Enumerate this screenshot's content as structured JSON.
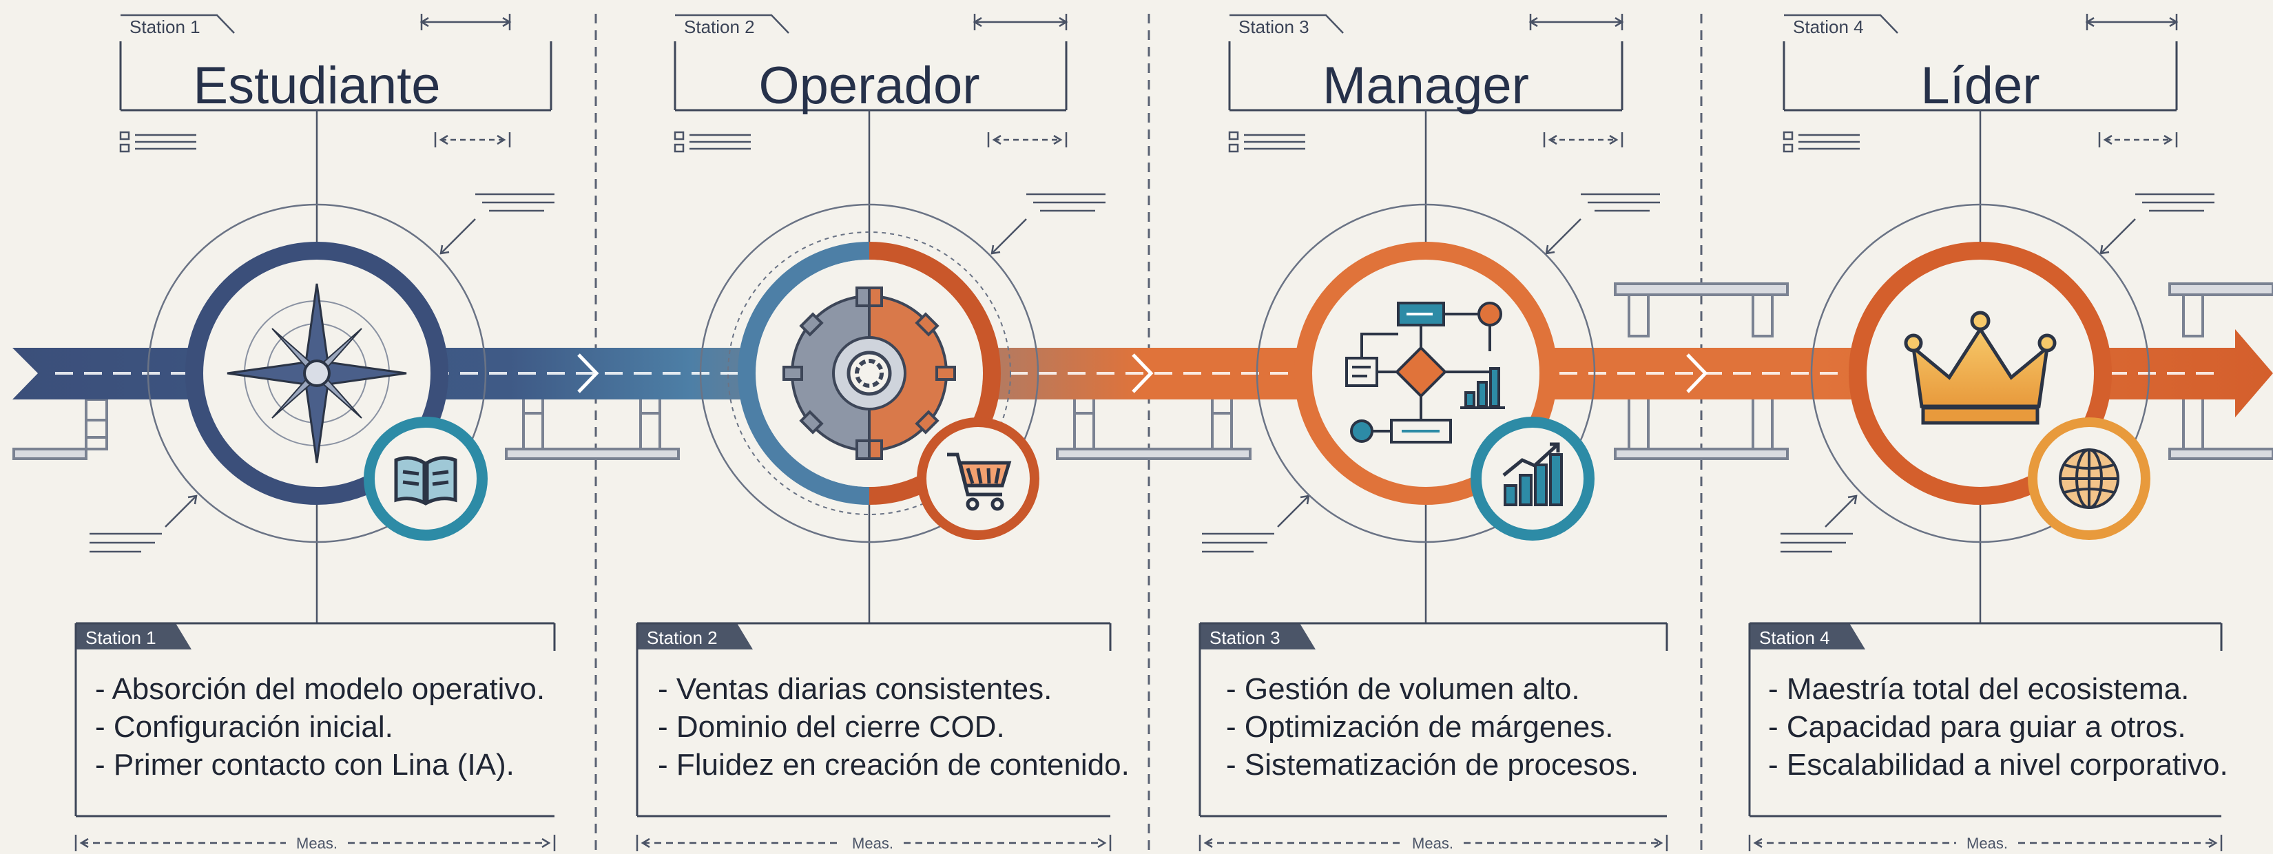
{
  "colors": {
    "background": "#f4f2ec",
    "navy": "#3b4f7a",
    "steel_blue": "#4d7fa6",
    "orange": "#e0733a",
    "orange_dark": "#c9572a",
    "teal": "#2d8ba6",
    "gold": "#f0b44c",
    "ink": "#2b3445"
  },
  "stations": [
    {
      "tag": "Station 1",
      "title": "Estudiante",
      "hub_icon": "compass-rose-icon",
      "badge_icon": "open-book-icon",
      "detail_tag": "Station 1",
      "bullets": [
        "- Absorción del modelo operativo.",
        "- Configuración inicial.",
        "- Primer contacto con Lina (IA)."
      ],
      "meas": "Meas."
    },
    {
      "tag": "Station 2",
      "title": "Operador",
      "hub_icon": "gear-icon",
      "badge_icon": "shopping-cart-icon",
      "detail_tag": "Station 2",
      "bullets": [
        "- Ventas diarias consistentes.",
        "- Dominio del cierre COD.",
        "- Fluidez en creación de contenido."
      ],
      "meas": "Meas."
    },
    {
      "tag": "Station 3",
      "title": "Manager",
      "hub_icon": "process-flowchart-icon",
      "badge_icon": "growth-chart-icon",
      "detail_tag": "Station 3",
      "bullets": [
        "- Gestión de volumen alto.",
        "- Optimización de márgenes.",
        "- Sistematización de procesos."
      ],
      "meas": "Meas."
    },
    {
      "tag": "Station 4",
      "title": "Líder",
      "hub_icon": "crown-icon",
      "badge_icon": "globe-icon",
      "detail_tag": "Station 4",
      "bullets": [
        "- Maestría total del ecosistema.",
        "- Capacidad para guiar a otros.",
        "- Escalabilidad a nivel corporativo."
      ],
      "meas": "Meas."
    }
  ]
}
